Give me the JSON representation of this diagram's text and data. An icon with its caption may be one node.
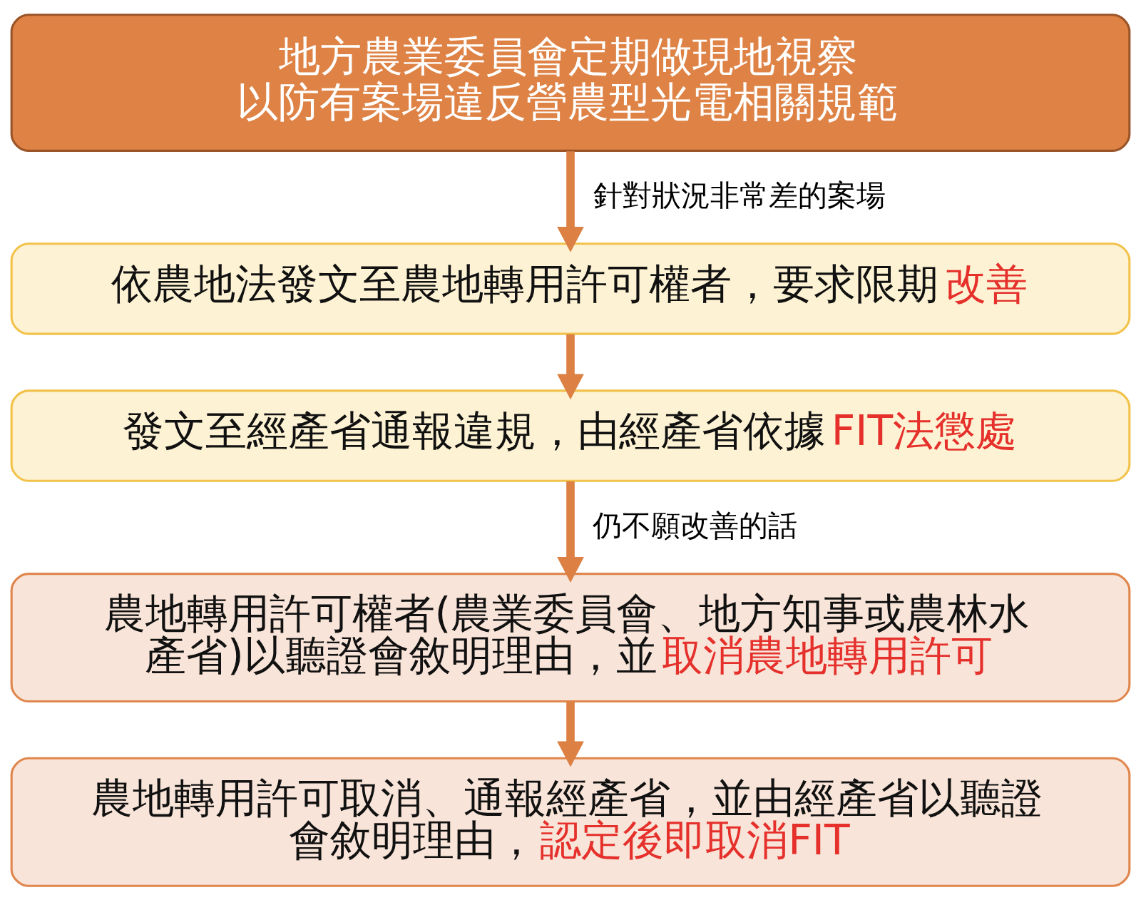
{
  "diagram": {
    "nodes": [
      {
        "text": [
          "地方農業委員會定期做現地視察以防有案場違反營農型光電相關規範"
        ]
      },
      {
        "text": [
          "依農地法發文至農地轉用許可權者，要求限期改善"
        ]
      },
      {
        "text": [
          "發文至經產省通報違規，由經產省依據FIT法懲處"
        ]
      },
      {
        "text": [
          "農地轉用許可權者(農業委員會、地方知事或農林水產省)以聽證會敘明理由，並取消農地轉用許可"
        ]
      },
      {
        "text": [
          "農地轉用許可取消、通報經產省，並由經產省以聽證會敘明理由，認定後即取消FIT"
        ]
      }
    ],
    "edges": [
      {
        "from": 0,
        "to": 1,
        "arrow": "to",
        "label": "針對狀況非常差的案場"
      },
      {
        "from": 1,
        "to": 2,
        "arrow": "to"
      },
      {
        "from": 2,
        "to": 3,
        "arrow": "to",
        "label": "仍不願改善的話"
      },
      {
        "from": 3,
        "to": 4,
        "arrow": "to"
      }
    ]
  }
}
